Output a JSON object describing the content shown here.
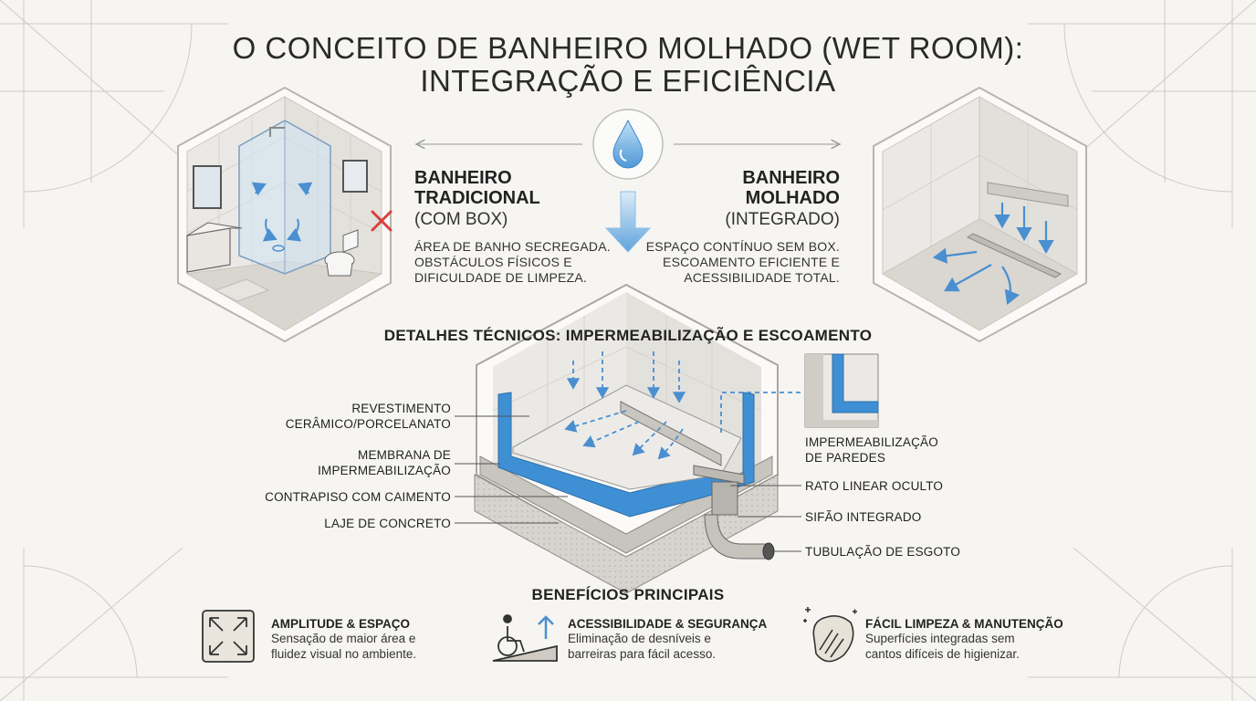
{
  "title": {
    "line1": "O CONCEITO DE BANHEIRO MOLHADO (WET ROOM):",
    "line2": "INTEGRAÇÃO E EFICIÊNCIA"
  },
  "traditional": {
    "heading_line1": "BANHEIRO",
    "heading_line2": "TRADICIONAL",
    "subtitle": "(COM BOX)",
    "desc_line1": "ÁREA DE BANHO SECREGADA.",
    "desc_line2": "OBSTÁCULOS FÍSICOS E",
    "desc_line3": "DIFICULDADE DE LIMPEZA."
  },
  "wet": {
    "heading_line1": "BANHEIRO",
    "heading_line2": "MOLHADO",
    "subtitle": "(INTEGRADO)",
    "desc_line1": "ESPAÇO CONTÍNUO SEM BOX.",
    "desc_line2": "ESCOAMENTO EFICIENTE E",
    "desc_line3": "ACESSIBILIDADE TOTAL."
  },
  "technical": {
    "title": "DETALHES TÉCNICOS: IMPERMEABILIZAÇÃO E ESCOAMENTO",
    "labels": {
      "revestimento_1": "REVESTIMENTO",
      "revestimento_2": "CERÂMICO/PORCELANATO",
      "membrana_1": "MEMBRANA DE",
      "membrana_2": "IMPERMEABILIZAÇÃO",
      "contrapiso": "CONTRAPISO COM CAIMENTO",
      "laje": "LAJE DE CONCRETO",
      "paredes_1": "IMPERMEABILIZAÇÃO",
      "paredes_2": "DE PAREDES",
      "ralo": "RATO LINEAR OCULTO",
      "sifao": "SIFÃO INTEGRADO",
      "tubulacao": "TUBULAÇÃO DE ESGOTO"
    }
  },
  "benefits": {
    "title": "BENEFÍCIOS PRINCIPAIS",
    "items": [
      {
        "icon": "expand-arrows-icon",
        "title": "AMPLITUDE & ESPAÇO",
        "line1": "Sensação de maior área e",
        "line2": "fluidez visual no ambiente."
      },
      {
        "icon": "wheelchair-ramp-icon",
        "title": "ACESSIBILIDADE & SEGURANÇA",
        "line1": "Eliminação de desníveis e",
        "line2": "barreiras para fácil acesso."
      },
      {
        "icon": "cleaning-hand-icon",
        "title": "FÁCIL LIMPEZA & MANUTENÇÃO",
        "line1": "Superfícies integradas sem",
        "line2": "cantos difíceis de higienizar."
      }
    ]
  },
  "colors": {
    "water_blue": "#5b9fd8",
    "membrane_blue": "#3f8fd4",
    "concrete": "#d2d0cb",
    "red_x": "#d9403a"
  }
}
